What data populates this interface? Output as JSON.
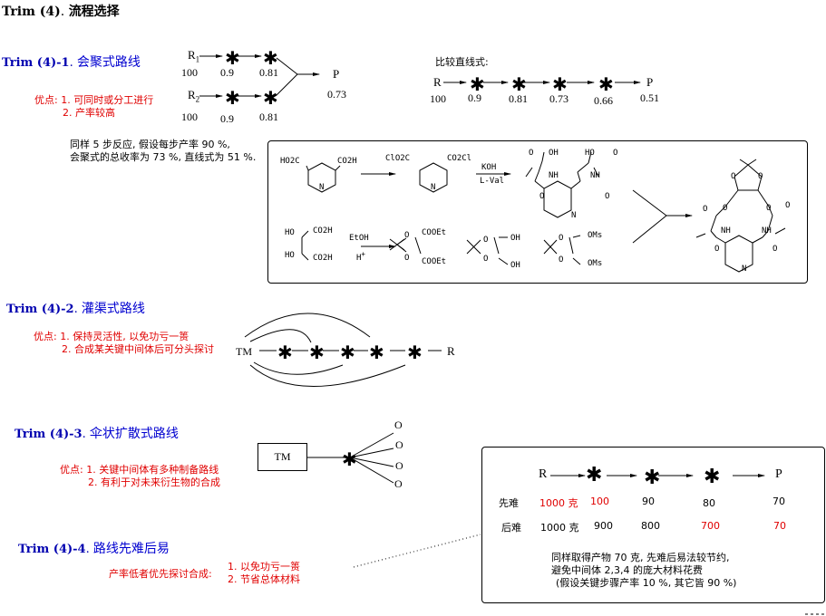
{
  "page_title": {
    "code": "Trim (4)",
    "sep": ". ",
    "text": "流程选择"
  },
  "colors": {
    "section_blue": "#0000d0",
    "advantage_red": "#e00000",
    "text": "#000000"
  },
  "section1": {
    "code": "Trim (4)-1",
    "title": "会聚式路线",
    "advantages_label": "优点:",
    "advantages": [
      "1. 可同时或分工进行",
      "2. 产率较高"
    ],
    "branch1": {
      "start": "R1",
      "start_sub": "1",
      "values": [
        "100",
        "0.9",
        "0.81"
      ]
    },
    "branch2": {
      "start": "R2",
      "start_sub": "2",
      "values": [
        "100",
        "0.9",
        "0.81"
      ]
    },
    "product": {
      "label": "P",
      "value": "0.73"
    },
    "compare": {
      "label": "比较直线式:",
      "start": "R",
      "end": "P",
      "values": [
        "100",
        "0.9",
        "0.81",
        "0.73",
        "0.66",
        "0.51"
      ]
    },
    "note": [
      "同样 5 步反应, 假设每步产率 90 %,",
      "会聚式的总收率为 73 %, 直线式为 51 %."
    ],
    "scheme": {
      "top": {
        "sm_left": "HO2C",
        "sm_right": "CO2H",
        "n": "N",
        "acyl_left": "ClO2C",
        "acyl_right": "CO2Cl",
        "reagent_top": "KOH",
        "reagent_bottom": "L-Val",
        "diacid_labels": [
          "O",
          "OH",
          "HO",
          "O",
          "NH",
          "NH",
          "O",
          "O",
          "N"
        ]
      },
      "bottom": {
        "tartaric_labels": [
          "HO",
          "CO2H",
          "HO",
          "CO2H"
        ],
        "reagent_top": "EtOH",
        "reagent_bottom": "H+",
        "ester_labels": [
          "O",
          "COOEt",
          "O",
          "COOEt"
        ],
        "diol_labels": [
          "O",
          "OH",
          "O",
          "OH"
        ],
        "dimesylate_labels": [
          "O",
          "OMs",
          "O",
          "OMs"
        ]
      },
      "macrocycle_labels": [
        "O",
        "O",
        "O",
        "O",
        "O",
        "O",
        "NH",
        "NH",
        "O",
        "O",
        "N"
      ]
    }
  },
  "section2": {
    "code": "Trim (4)-2",
    "title": "灌渠式路线",
    "advantages_label": "优点:",
    "advantages": [
      "1. 保持灵活性, 以免功亏一篑",
      "2. 合成某关键中间体后可分头探讨"
    ],
    "start": "TM",
    "end": "R"
  },
  "section3": {
    "code": "Trim (4)-3",
    "title": "伞状扩散式路线",
    "advantages_label": "优点:",
    "advantages": [
      "1. 关键中间体有多种制备路线",
      "2. 有利于对未来衍生物的合成"
    ],
    "box_label": "TM",
    "branches": [
      "O",
      "O",
      "O",
      "O"
    ]
  },
  "section4": {
    "code": "Trim (4)-4",
    "title": "路线先难后易",
    "lead": "产率低者优先探讨合成:",
    "reasons": [
      "1. 以免功亏一篑",
      "2. 节省总体材料"
    ],
    "table": {
      "start": "R",
      "end": "P",
      "rows": [
        {
          "label": "先难",
          "values": [
            "1000 克",
            "100",
            "90",
            "80",
            "70"
          ],
          "red": [
            true,
            true,
            false,
            false,
            false
          ]
        },
        {
          "label": "后难",
          "values": [
            "1000 克",
            "900",
            "800",
            "700",
            "70"
          ],
          "red": [
            false,
            false,
            false,
            true,
            true
          ]
        }
      ],
      "note": [
        "同样取得产物 70 克, 先难后易法较节约,",
        "避免中间体 2,3,4 的庞大材料花费",
        "(假设关键步骤产率 10 %, 其它皆 90 %)"
      ]
    }
  }
}
